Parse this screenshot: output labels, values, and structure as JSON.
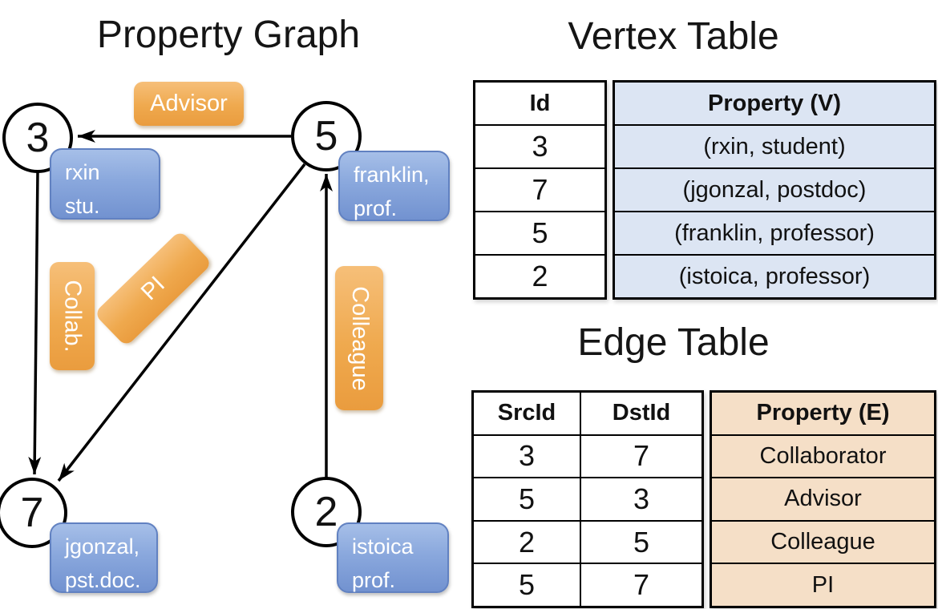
{
  "graph": {
    "title": "Property Graph",
    "nodes": [
      {
        "id": "3",
        "label": "rxin\nstu."
      },
      {
        "id": "5",
        "label": "franklin,\nprof."
      },
      {
        "id": "7",
        "label": "jgonzal,\npst.doc."
      },
      {
        "id": "2",
        "label": "istoica\nprof."
      }
    ],
    "edges": [
      {
        "src": "5",
        "dst": "3",
        "label": "Advisor"
      },
      {
        "src": "3",
        "dst": "7",
        "label": "Collab."
      },
      {
        "src": "5",
        "dst": "7",
        "label": "PI"
      },
      {
        "src": "2",
        "dst": "5",
        "label": "Colleague"
      }
    ]
  },
  "vertex_table": {
    "title": "Vertex Table",
    "columns": [
      "Id",
      "Property (V)"
    ],
    "rows": [
      {
        "id": "3",
        "property": "(rxin, student)"
      },
      {
        "id": "7",
        "property": "(jgonzal, postdoc)"
      },
      {
        "id": "5",
        "property": "(franklin, professor)"
      },
      {
        "id": "2",
        "property": "(istoica, professor)"
      }
    ]
  },
  "edge_table": {
    "title": "Edge Table",
    "columns": [
      "SrcId",
      "DstId",
      "Property (E)"
    ],
    "rows": [
      {
        "src": "3",
        "dst": "7",
        "property": "Collaborator"
      },
      {
        "src": "5",
        "dst": "3",
        "property": "Advisor"
      },
      {
        "src": "2",
        "dst": "5",
        "property": "Colleague"
      },
      {
        "src": "5",
        "dst": "7",
        "property": "PI"
      }
    ]
  },
  "colors": {
    "edge_label_orange": "#efa94e",
    "vertex_label_blue": "#8aa8dd",
    "vertex_property_fill": "#dce5f3",
    "edge_property_fill": "#f5dfc7",
    "line_black": "#000000"
  }
}
